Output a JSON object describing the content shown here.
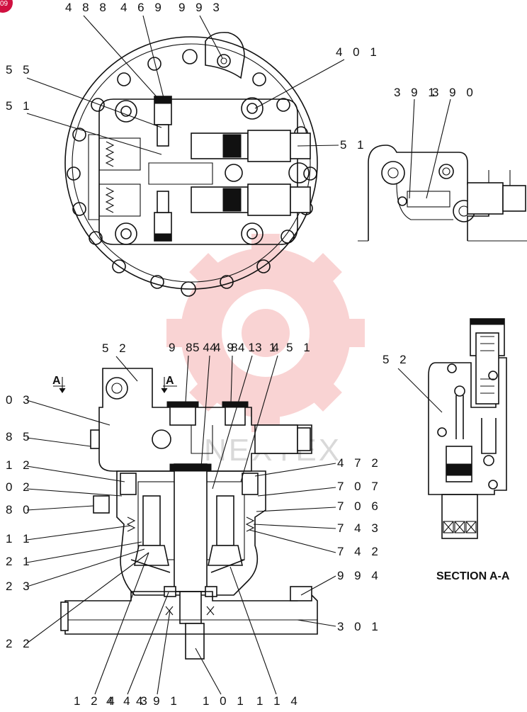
{
  "corner_badge": "09",
  "section_title": "SECTION  A-A",
  "cut_marks": {
    "left": "A",
    "right": "A"
  },
  "watermark": "NEXTEX",
  "top_view_labels": {
    "p488": "4 8 8",
    "p469": "4 6 9",
    "p993": "9 9 3",
    "p401": "4 0 1",
    "p55": "5 5",
    "p51a": "5 1",
    "p51b": "5 1"
  },
  "detail_labels": {
    "p391": "3 9 1",
    "p390": "3 9 0"
  },
  "section_labels": {
    "p52": "5 2",
    "p984": "9 8 4",
    "p549": "5 4 9",
    "p481": "4 8 1",
    "p434": "4 3 4",
    "p151": "1 5 1",
    "p303": "0 3",
    "p985": "8 5",
    "p312": "1 2",
    "p702": "0 2",
    "p880": "8 0",
    "p711": "1 1",
    "p721": "2 1",
    "p723": "2 3",
    "p722": "2 2",
    "p472": "4 7 2",
    "p707": "7 0 7",
    "p706": "7 0 6",
    "p743": "7 4 3",
    "p742": "7 4 2",
    "p994": "9 9 4",
    "p301": "3 0 1",
    "p124": "1 2 4",
    "p443": "4 4 3",
    "p491": "4 9 1",
    "p101": "1 0 1",
    "p114": "1 1 4"
  },
  "section_aa_labels": {
    "p52": "5 2"
  },
  "colors": {
    "line": "#111111",
    "watermark": "#e83a3a",
    "badge": "#d01040"
  }
}
